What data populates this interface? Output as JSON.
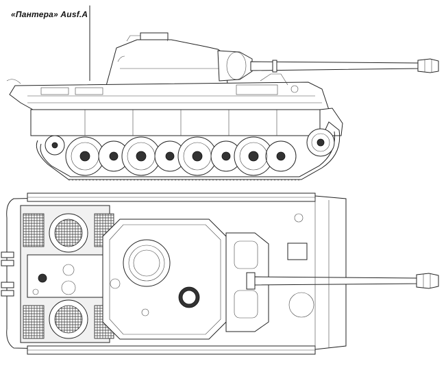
{
  "title": "«Пантера» Ausf.A",
  "views": {
    "side": {
      "name": "side-view"
    },
    "top": {
      "name": "top-view"
    }
  },
  "colors": {
    "line": "#222222",
    "background": "#ffffff"
  }
}
